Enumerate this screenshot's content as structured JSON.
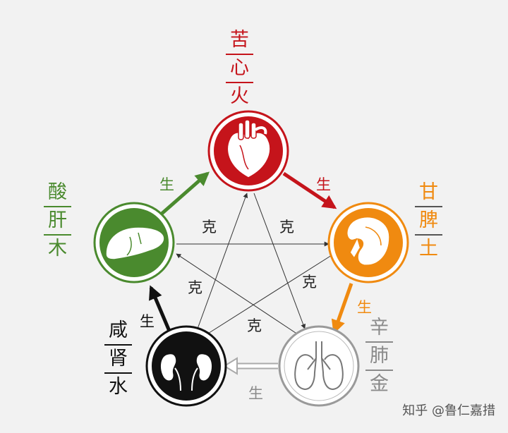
{
  "elements": {
    "fire": {
      "flavor": "苦",
      "organ": "心",
      "element": "火",
      "color": "#c5141b",
      "icon": "heart-icon"
    },
    "earth": {
      "flavor": "甘",
      "organ": "脾",
      "element": "土",
      "color": "#f08a10",
      "icon": "spleen-icon"
    },
    "metal": {
      "flavor": "辛",
      "organ": "肺",
      "element": "金",
      "color": "#8a8a8a",
      "icon": "lungs-icon"
    },
    "water": {
      "flavor": "咸",
      "organ": "肾",
      "element": "水",
      "color": "#111111",
      "icon": "kidneys-icon"
    },
    "wood": {
      "flavor": "酸",
      "organ": "肝",
      "element": "木",
      "color": "#4a8a2e",
      "icon": "liver-icon"
    }
  },
  "relations": {
    "generate": "生",
    "restrain": "克"
  },
  "watermark": "知乎 @鲁仁嘉措"
}
